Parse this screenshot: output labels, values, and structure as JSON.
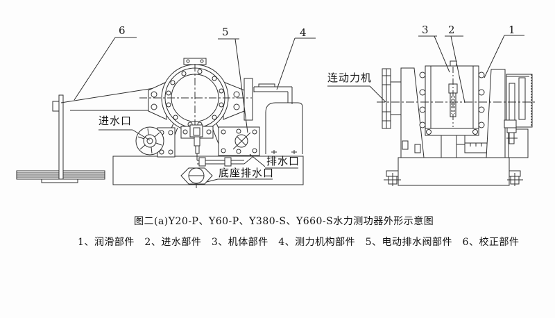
{
  "figure": {
    "type": "engineering-diagram",
    "caption_line1": "图二(a)Y20-P、Y60-P、Y380-S、Y660-S水力测功器外形示意图",
    "caption_line2": "1、润滑部件　2、进水部件　3、机体部件　4、测力机构部件　5、电动排水阀部件　6、校正部件"
  },
  "parts_legend": [
    {
      "num": "1",
      "name": "润滑部件"
    },
    {
      "num": "2",
      "name": "进水部件"
    },
    {
      "num": "3",
      "name": "机体部件"
    },
    {
      "num": "4",
      "name": "测力机构部件"
    },
    {
      "num": "5",
      "name": "电动排水阀部件"
    },
    {
      "num": "6",
      "name": "校正部件"
    }
  ],
  "left_view": {
    "labels": {
      "water_inlet": "进水口",
      "drain_outlet": "排水口",
      "base_drain_outlet": "底座排水口"
    }
  },
  "right_view": {
    "labels": {
      "power_machine": "连动力机"
    }
  },
  "callouts": {
    "c1": "1",
    "c2": "2",
    "c3": "3",
    "c4": "4",
    "c5": "5",
    "c6": "6"
  },
  "colors": {
    "background": "#fdfdfd",
    "line": "#2e2e2e",
    "text": "#161616"
  }
}
